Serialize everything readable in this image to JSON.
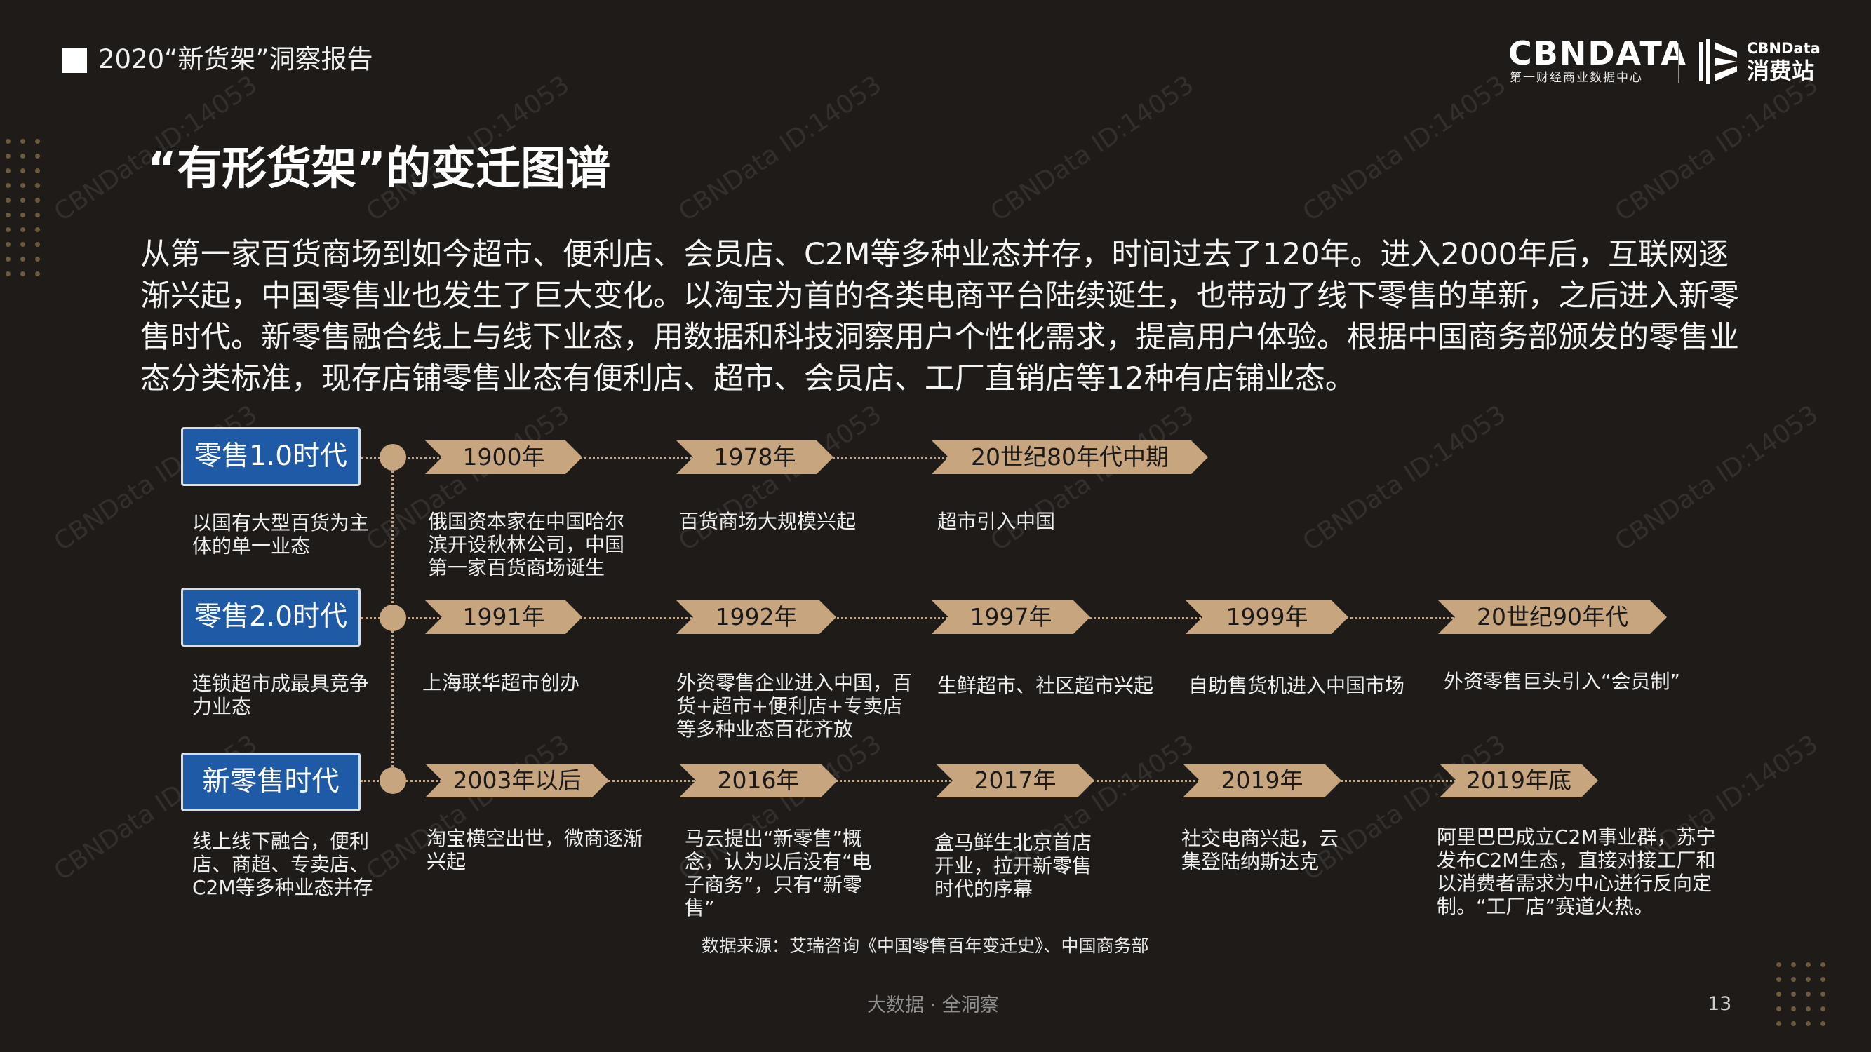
{
  "header": {
    "report_title": "2020“新货架”洞察报告",
    "brand_logo_text": "CBNDATA",
    "brand_subtitle": "第一财经商业数据中心",
    "consumer_logo_top": "CBNData",
    "consumer_logo_main": "消费站"
  },
  "title": "“有形货架”的变迁图谱",
  "intro": "从第一家百货商场到如今超市、便利店、会员店、C2M等多种业态并存，时间过去了120年。进入2000年后，互联网逐渐兴起，中国零售业也发生了巨大变化。以淘宝为首的各类电商平台陆续诞生，也带动了线下零售的革新，之后进入新零售时代。新零售融合线上与线下业态，用数据和科技洞察用户个性化需求，提高用户体验。根据中国商务部颁发的零售业态分类标准，现存店铺零售业态有便利店、超市、会员店、工厂直销店等12种有店铺业态。",
  "eras": [
    {
      "label": "零售1.0时代",
      "description": "以国有大型百货为主体的单一业态",
      "events": [
        {
          "year": "1900年",
          "note": "俄国资本家在中国哈尔滨开设秋林公司，中国第一家百货商场诞生"
        },
        {
          "year": "1978年",
          "note": "百货商场大规模兴起"
        },
        {
          "year": "20世纪80年代中期",
          "note": "超市引入中国"
        }
      ]
    },
    {
      "label": "零售2.0时代",
      "description": "连锁超市成最具竞争力业态",
      "events": [
        {
          "year": "1991年",
          "note": "上海联华超市创办"
        },
        {
          "year": "1992年",
          "note": "外资零售企业进入中国，百货+超市+便利店+专卖店等多种业态百花齐放"
        },
        {
          "year": "1997年",
          "note": "生鲜超市、社区超市兴起"
        },
        {
          "year": "1999年",
          "note": "自助售货机进入中国市场"
        },
        {
          "year": "20世纪90年代",
          "note": "外资零售巨头引入“会员制”"
        }
      ]
    },
    {
      "label": "新零售时代",
      "description": "线上线下融合，便利店、商超、专卖店、C2M等多种业态并存",
      "events": [
        {
          "year": "2003年以后",
          "note": "淘宝横空出世，微商逐渐兴起"
        },
        {
          "year": "2016年",
          "note": "马云提出“新零售”概念，认为以后没有“电子商务”，只有“新零售”"
        },
        {
          "year": "2017年",
          "note": "盒马鲜生北京首店开业，拉开新零售时代的序幕"
        },
        {
          "year": "2019年",
          "note": "社交电商兴起，云集登陆纳斯达克"
        },
        {
          "year": "2019年底",
          "note": "阿里巴巴成立C2M事业群，苏宁发布C2M生态，直接对接工厂和以消费者需求为中心进行反向定制。“工厂店”赛道火热。"
        }
      ]
    }
  ],
  "source": "数据来源：艾瑞咨询《中国零售百年变迁史》、中国商务部",
  "footer": "大数据 · 全洞察",
  "page_number": "13",
  "watermark": "CBNData ID:14053",
  "colors": {
    "background": "#1e1b19",
    "accent_gold": "#c6a57f",
    "era_blue": "#1e5aa6"
  }
}
